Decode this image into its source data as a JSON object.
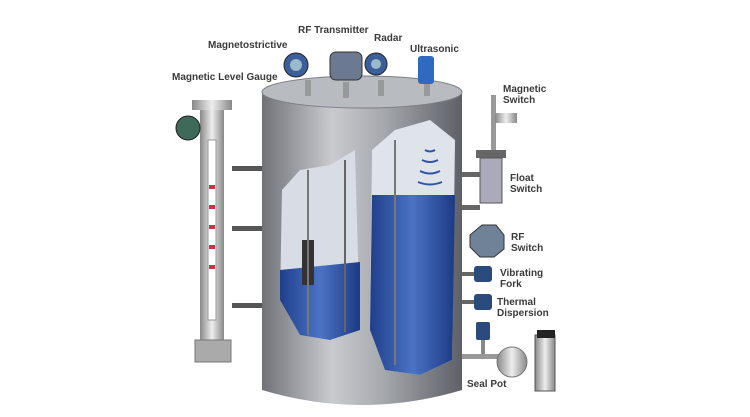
{
  "labels": {
    "magnetostrictive": "Magnetostrictive",
    "rf_transmitter": "RF Transmitter",
    "radar": "Radar",
    "ultrasonic": "Ultrasonic",
    "magnetic_level_gauge": "Magnetic Level Gauge",
    "magnetic_switch": [
      "Magnetic",
      "Switch"
    ],
    "float_switch": [
      "Float",
      "Switch"
    ],
    "rf_switch": [
      "RF",
      "Switch"
    ],
    "vibrating_fork": [
      "Vibrating",
      "Fork"
    ],
    "thermal_dispersion": [
      "Thermal",
      "Dispersion"
    ],
    "seal_pot": "Seal Pot"
  },
  "colors": {
    "tank": "#9a9da3",
    "liquid": "#2f55a8",
    "instrument": "#2b4a7e"
  }
}
